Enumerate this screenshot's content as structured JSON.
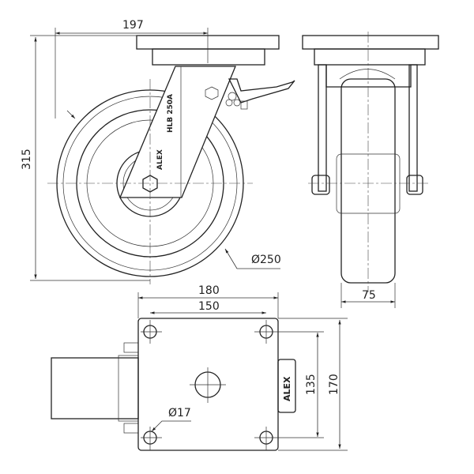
{
  "dimensions": {
    "offset": "197",
    "height": "315",
    "wheel_diameter": "Ø250",
    "wheel_width": "75",
    "plate_width": "180",
    "hole_spacing_x": "150",
    "hole_spacing_y": "135",
    "plate_length": "170",
    "hole_diameter": "Ø17"
  },
  "markings": {
    "brand": "ALEX",
    "fork_label": "ALEX",
    "rating": "HLB 250A"
  }
}
